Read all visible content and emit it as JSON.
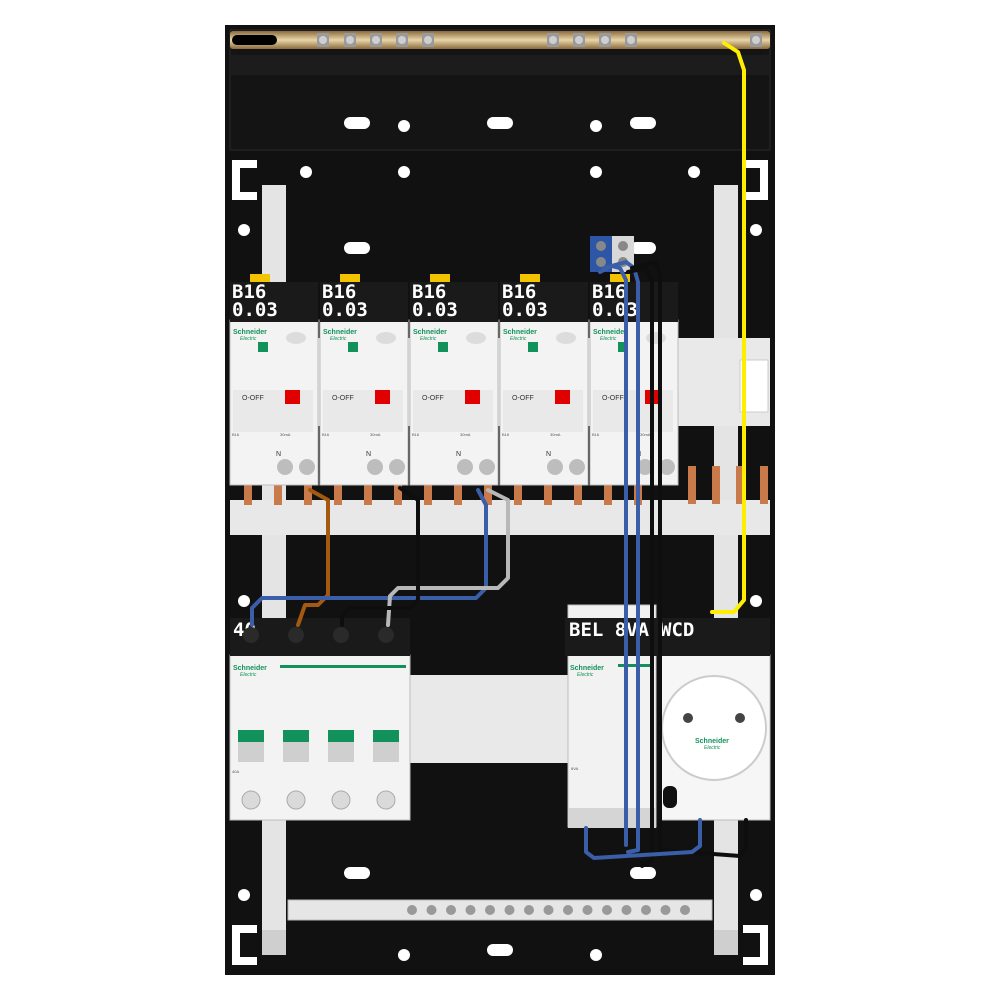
{
  "colors": {
    "enclosure": "#111111",
    "rail": "#e6e6e6",
    "module": "#f3f3f3",
    "brand_green": "#12925a",
    "busbar": "#c87a4a",
    "wire_blue": "#3a5ea8",
    "wire_brown": "#a35a10",
    "wire_grey": "#b8b8b8",
    "wire_black": "#0e0e0e",
    "wire_yellow": "#ffee00",
    "toggle_red": "#e00000"
  },
  "rcbo": {
    "count": 5,
    "label_rating": "B16",
    "label_sensitivity": "0.03",
    "brand": "Schneider",
    "brand_sub": "Electric",
    "off_text": "O-OFF",
    "bottom_rating": "B16",
    "bottom_sens": "30mA",
    "terminal_n": "N"
  },
  "main_switch": {
    "label": "40",
    "brand": "Schneider",
    "brand_sub": "Electric",
    "rating": "40A"
  },
  "bell_transformer": {
    "label": "BEL 8VA",
    "brand": "Schneider",
    "brand_sub": "Electric",
    "rating": "8VA"
  },
  "socket": {
    "label": "WCD",
    "brand": "Schneider",
    "brand_sub": "Electric"
  }
}
